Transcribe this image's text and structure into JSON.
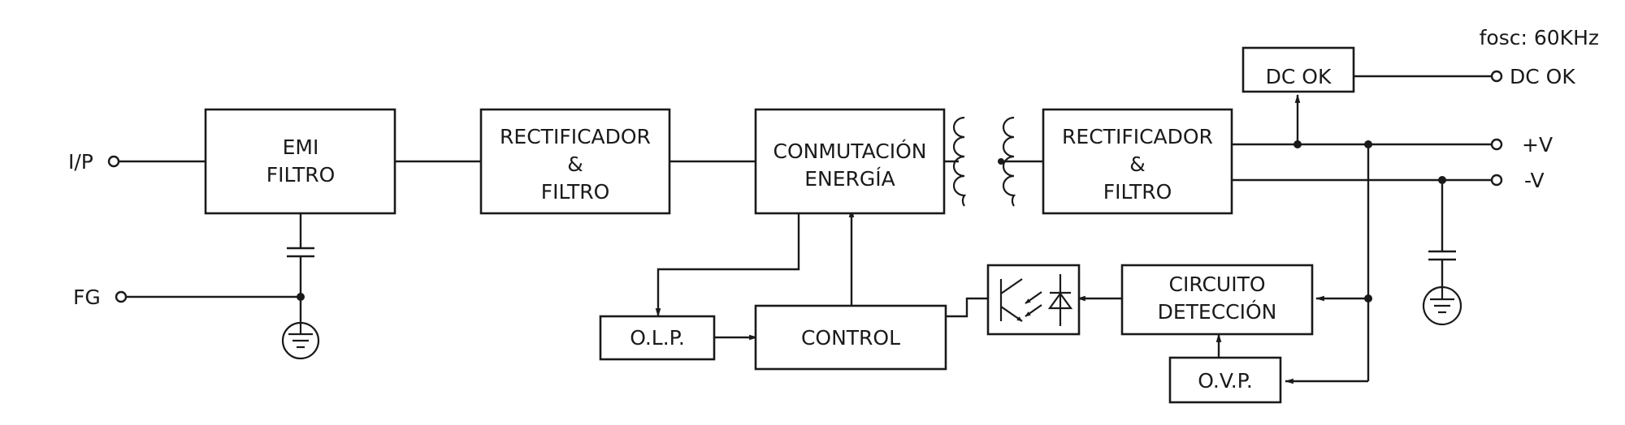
{
  "note": "fosc: 60KHz",
  "terminals": {
    "input": "I/P",
    "frame_ground": "FG",
    "dc_ok": "DC OK",
    "positive": "+V",
    "negative": "-V"
  },
  "blocks": {
    "emi": [
      "EMI",
      "FILTRO"
    ],
    "rect1": [
      "RECTIFICADOR",
      "&",
      "FILTRO"
    ],
    "switch": [
      "CONMUTACIÓN",
      "ENERGÍA"
    ],
    "rect2": [
      "RECTIFICADOR",
      "&",
      "FILTRO"
    ],
    "dcok": [
      "DC OK"
    ],
    "control": [
      "CONTROL"
    ],
    "olp": [
      "O.L.P."
    ],
    "detect": [
      "CIRCUITO",
      "DETECCIÓN"
    ],
    "ovp": [
      "O.V.P."
    ]
  },
  "icons": {
    "transformer": "transformer-icon",
    "optocoupler": "optocoupler-icon",
    "capacitor": "capacitor-icon",
    "earth": "earth-ground-icon"
  }
}
